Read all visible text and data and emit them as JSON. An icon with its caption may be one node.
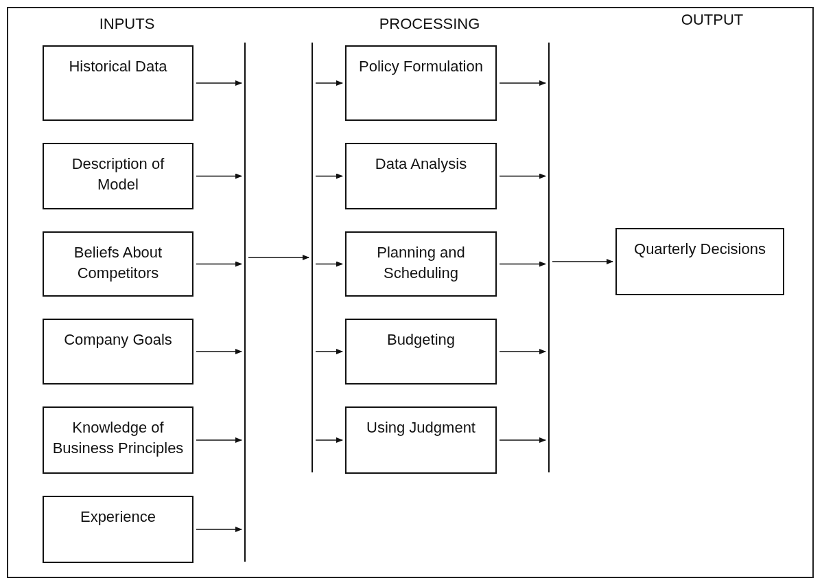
{
  "diagram": {
    "nodes": [
      {
        "text": [
          "Historical Data"
        ]
      },
      {
        "text": [
          "Description of Model"
        ]
      },
      {
        "text": [
          "Beliefs About Competitors"
        ]
      },
      {
        "text": [
          "Company Goals"
        ]
      },
      {
        "text": [
          "Knowledge of Business Principles"
        ]
      },
      {
        "text": [
          "Experience"
        ]
      },
      {
        "text": [],
        "shape": "bar"
      },
      {
        "text": [],
        "shape": "bar"
      },
      {
        "text": [
          "Policy Formulation"
        ]
      },
      {
        "text": [
          "Data Analysis"
        ]
      },
      {
        "text": [
          "Planning and Scheduling"
        ]
      },
      {
        "text": [
          "Budgeting"
        ]
      },
      {
        "text": [
          "Using Judgment"
        ]
      },
      {
        "text": [],
        "shape": "bar"
      },
      {
        "text": [
          "Quarterly Decisions"
        ]
      }
    ],
    "edges": [
      {
        "from": 0,
        "to": 6,
        "arrow": "to"
      },
      {
        "from": 1,
        "to": 6,
        "arrow": "to"
      },
      {
        "from": 2,
        "to": 6,
        "arrow": "to"
      },
      {
        "from": 3,
        "to": 6,
        "arrow": "to"
      },
      {
        "from": 4,
        "to": 6,
        "arrow": "to"
      },
      {
        "from": 5,
        "to": 6,
        "arrow": "to"
      },
      {
        "from": 6,
        "to": 7,
        "arrow": "to"
      },
      {
        "from": 7,
        "to": 8,
        "arrow": "to"
      },
      {
        "from": 7,
        "to": 9,
        "arrow": "to"
      },
      {
        "from": 7,
        "to": 10,
        "arrow": "to"
      },
      {
        "from": 7,
        "to": 11,
        "arrow": "to"
      },
      {
        "from": 7,
        "to": 12,
        "arrow": "to"
      },
      {
        "from": 8,
        "to": 13,
        "arrow": "to"
      },
      {
        "from": 9,
        "to": 13,
        "arrow": "to"
      },
      {
        "from": 10,
        "to": 13,
        "arrow": "to"
      },
      {
        "from": 11,
        "to": 13,
        "arrow": "to"
      },
      {
        "from": 12,
        "to": 13,
        "arrow": "to"
      },
      {
        "from": 13,
        "to": 14,
        "arrow": "to"
      }
    ],
    "labels": [
      "INPUTS",
      "PROCESSING",
      "OUTPUT"
    ]
  }
}
